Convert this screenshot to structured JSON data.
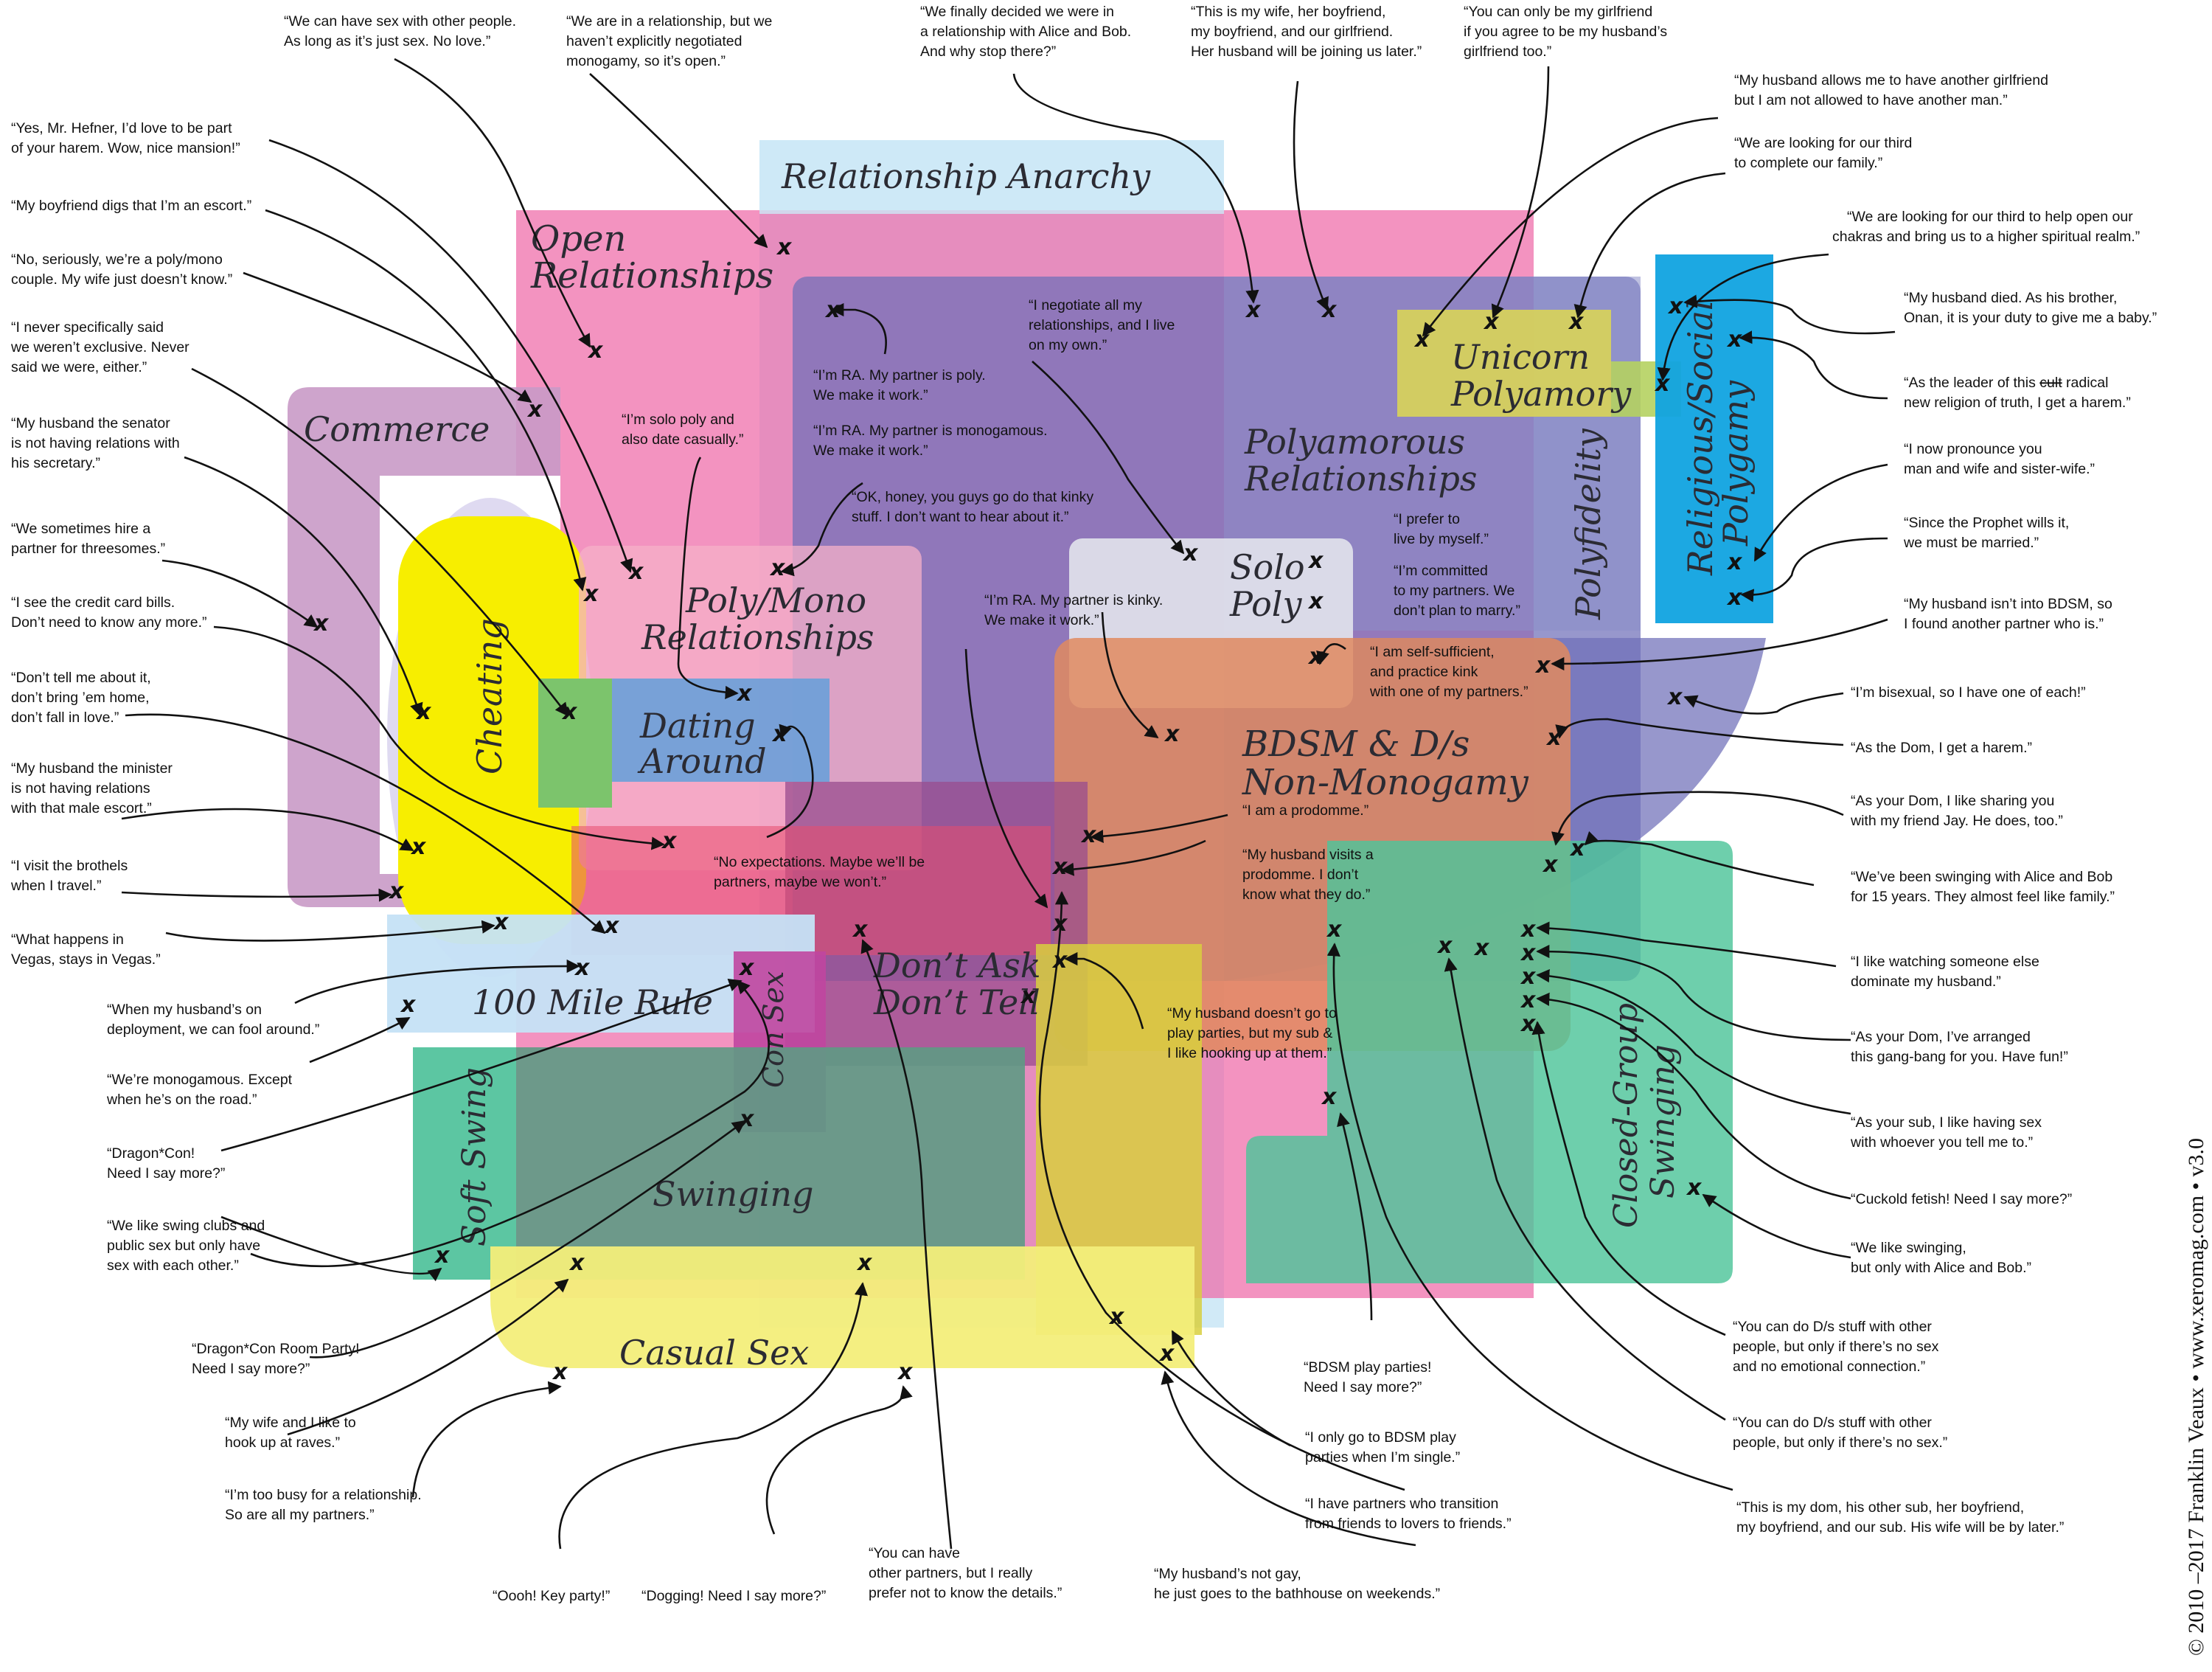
{
  "regions": [
    {
      "id": "relationship-anarchy",
      "label": "Relationship Anarchy",
      "color": "#cde8f6"
    },
    {
      "id": "open-relationships",
      "label": "Open Relationships",
      "color": "#ee6aa7"
    },
    {
      "id": "commerce",
      "label": "Commerce",
      "color": "#c99ac6"
    },
    {
      "id": "cheating",
      "label": "Cheating",
      "color": "#f7ee00"
    },
    {
      "id": "poly-mono",
      "label": "Poly/Mono Relationships",
      "color": "#f6b0c8"
    },
    {
      "id": "dating-around",
      "label": "Dating Around",
      "color": "#6aa0d8"
    },
    {
      "id": "polyamorous",
      "label": "Polyamorous Relationships",
      "color": "#6f6fb8"
    },
    {
      "id": "solo-poly",
      "label": "Solo Poly",
      "color": "#dadbe6"
    },
    {
      "id": "unicorn",
      "label": "Unicorn Polyamory",
      "color": "#d8d35a"
    },
    {
      "id": "polyfidelity",
      "label": "Polyfidelity",
      "color": "#8f94c9"
    },
    {
      "id": "religious",
      "label": "Religious/Social Polygamy",
      "color": "#10a3e0"
    },
    {
      "id": "bdsm",
      "label": "BDSM & D/s Non-Monogamy",
      "color": "#e0895f"
    },
    {
      "id": "dont-ask",
      "label": "Don't Ask Don't Tell",
      "color": "#9a4c8e"
    },
    {
      "id": "con-sex",
      "label": "Con Sex",
      "color": "#c046a0"
    },
    {
      "id": "hundred-mile",
      "label": "100 Mile Rule",
      "color": "#c5e2f5"
    },
    {
      "id": "soft-swing",
      "label": "Soft Swing",
      "color": "#5cc6a2"
    },
    {
      "id": "swinging",
      "label": "Swinging",
      "color": "#5e9a84"
    },
    {
      "id": "closed-group",
      "label": "Closed-Group Swinging",
      "color": "#4ec49a"
    },
    {
      "id": "casual-sex",
      "label": "Casual Sex",
      "color": "#f3ee7a"
    }
  ],
  "quotes": [
    {
      "id": "q-hefner",
      "lines": [
        "“Yes, Mr. Hefner, I’d love to be part",
        "of your harem. Wow, nice mansion!”"
      ]
    },
    {
      "id": "q-escort",
      "lines": [
        "“My boyfriend digs that I’m an escort.”"
      ]
    },
    {
      "id": "q-polymono",
      "lines": [
        "“No, seriously, we’re a poly/mono",
        "couple. My wife just doesn’t know.”"
      ]
    },
    {
      "id": "q-exclusive",
      "lines": [
        "“I never specifically said",
        "we weren’t exclusive. Never",
        "said we were, either.”"
      ]
    },
    {
      "id": "q-senator",
      "lines": [
        "“My husband the senator",
        "is not having relations with",
        "his secretary.”"
      ]
    },
    {
      "id": "q-threesomes",
      "lines": [
        "“We sometimes hire a",
        "partner for threesomes.”"
      ]
    },
    {
      "id": "q-creditcard",
      "lines": [
        "“I see the credit card bills.",
        "Don’t need to know any more.”"
      ]
    },
    {
      "id": "q-donttell",
      "lines": [
        "“Don’t tell me about it,",
        "don’t bring ’em home,",
        "don’t fall in love.”"
      ]
    },
    {
      "id": "q-minister",
      "lines": [
        "“My husband the minister",
        "is not having relations",
        "with that male escort.”"
      ]
    },
    {
      "id": "q-brothels",
      "lines": [
        "“I visit the brothels",
        "when I travel.”"
      ]
    },
    {
      "id": "q-vegas",
      "lines": [
        "“What happens in",
        "Vegas, stays in Vegas.”"
      ]
    },
    {
      "id": "q-deployment",
      "lines": [
        "“When my husband’s on",
        "deployment, we can fool around.”"
      ]
    },
    {
      "id": "q-road",
      "lines": [
        "“We’re monogamous. Except",
        "when he’s on the road.”"
      ]
    },
    {
      "id": "q-dragoncon",
      "lines": [
        "“Dragon*Con!",
        "Need I say more?”"
      ]
    },
    {
      "id": "q-swingclubs",
      "lines": [
        "“We like swing clubs and",
        "public sex but only have",
        "sex with each other.”"
      ]
    },
    {
      "id": "q-dragonroom",
      "lines": [
        "“Dragon*Con Room Party!",
        "Need I say more?”"
      ]
    },
    {
      "id": "q-raves",
      "lines": [
        "“My wife and I like to",
        "hook up at raves.”"
      ]
    },
    {
      "id": "q-toobusy",
      "lines": [
        "“I’m too busy for a relationship.",
        "So are all my partners.”"
      ]
    },
    {
      "id": "q-keyparty",
      "lines": [
        "“Oooh! Key party!”"
      ]
    },
    {
      "id": "q-dogging",
      "lines": [
        "“Dogging! Need I say more?”"
      ]
    },
    {
      "id": "q-prefernot",
      "lines": [
        "“You can have",
        "other partners, but I really",
        "prefer not to know the details.”"
      ]
    },
    {
      "id": "q-bathhouse",
      "lines": [
        "“My husband’s not gay,",
        "he just goes to the bathhouse on weekends.”"
      ]
    },
    {
      "id": "q-justsex",
      "lines": [
        "“We can have sex with other people.",
        "As long as it’s just sex. No love.”"
      ]
    },
    {
      "id": "q-notnegotiated",
      "lines": [
        "“We are in a relationship, but we",
        "haven’t explicitly negotiated",
        "monogamy, so it’s open.”"
      ]
    },
    {
      "id": "q-alicebob",
      "lines": [
        "“We finally decided we were in",
        "a relationship with Alice and Bob.",
        "And why stop there?”"
      ]
    },
    {
      "id": "q-mywife",
      "lines": [
        "“This is my wife, her boyfriend,",
        "my boyfriend, and our girlfriend.",
        "Her husband will be joining us later.”"
      ]
    },
    {
      "id": "q-girlfriend",
      "lines": [
        "“You can only be my girlfriend",
        "if you agree to be my husband’s",
        "girlfriend too.”"
      ]
    },
    {
      "id": "q-allowsgf",
      "lines": [
        "“My husband allows me to have another girlfriend",
        "but I am not allowed to have another man.”"
      ]
    },
    {
      "id": "q-third",
      "lines": [
        "“We are looking for our third",
        "to complete our family.”"
      ]
    },
    {
      "id": "q-chakras",
      "lines": [
        "“We are looking for our third to help open our",
        "chakras and bring us to a higher spiritual realm.”"
      ]
    },
    {
      "id": "q-onan",
      "lines": [
        "“My husband died. As his brother,",
        "Onan, it is your duty to give me a baby.”"
      ]
    },
    {
      "id": "q-cult",
      "lines": [
        "“As the leader of this ",
        "new religion of truth, I get a harem.”"
      ],
      "struck": "cult",
      "after_struck": " radical"
    },
    {
      "id": "q-pronounce",
      "lines": [
        "“I now pronounce you",
        "man and wife and sister-wife.”"
      ]
    },
    {
      "id": "q-prophet",
      "lines": [
        "“Since the Prophet wills it,",
        "we must be married.”"
      ]
    },
    {
      "id": "q-notbdsm",
      "lines": [
        "“My husband isn’t into BDSM, so",
        "I found another partner who is.”"
      ]
    },
    {
      "id": "q-bisexual",
      "lines": [
        "“I’m bisexual, so I have one of each!”"
      ]
    },
    {
      "id": "q-domharem",
      "lines": [
        "“As the Dom, I get a harem.”"
      ]
    },
    {
      "id": "q-friendjay",
      "lines": [
        "“As your Dom, I like sharing you",
        "with my friend Jay. He does, too.”"
      ]
    },
    {
      "id": "q-15years",
      "lines": [
        "“We’ve been swinging with Alice and Bob",
        "for 15 years. They almost feel like family.”"
      ]
    },
    {
      "id": "q-dominate",
      "lines": [
        "“I like watching someone else",
        "dominate my husband.”"
      ]
    },
    {
      "id": "q-gangbang",
      "lines": [
        "“As your Dom, I’ve arranged",
        "this gang-bang for you. Have fun!”"
      ]
    },
    {
      "id": "q-whoever",
      "lines": [
        "“As your sub, I like having sex",
        "with whoever you tell me to.”"
      ]
    },
    {
      "id": "q-cuckold",
      "lines": [
        "“Cuckold fetish! Need I say more?”"
      ]
    },
    {
      "id": "q-onlyalice",
      "lines": [
        "“We like swinging,",
        "but only with Alice and Bob.”"
      ]
    },
    {
      "id": "q-nosexconn",
      "lines": [
        "“You can do D/s stuff with other",
        "people, but only if there’s no sex",
        "and no emotional connection.”"
      ]
    },
    {
      "id": "q-nosex",
      "lines": [
        "“You can do D/s stuff with other",
        "people, but only if there’s no sex.”"
      ]
    },
    {
      "id": "q-mydom",
      "lines": [
        "“This is my dom, his other sub, her boyfriend,",
        "my boyfriend, and our sub. His wife will be by later.”"
      ]
    },
    {
      "id": "q-transition",
      "lines": [
        "“I have partners who transition",
        "from friends to lovers to friends.”"
      ]
    },
    {
      "id": "q-single",
      "lines": [
        "“I only go to BDSM play",
        "parties when I’m single.”"
      ]
    },
    {
      "id": "q-bdsmparties",
      "lines": [
        "“BDSM play parties!",
        "Need I say more?”"
      ]
    },
    {
      "id": "q-solopoly",
      "lines": [
        "“I’m solo poly and",
        "also date casually.”"
      ]
    },
    {
      "id": "q-raPoly",
      "lines": [
        "“I’m RA. My partner is poly.",
        "We make it work.”"
      ]
    },
    {
      "id": "q-raMono",
      "lines": [
        "“I’m RA. My partner is monogamous.",
        "We make it work.”"
      ]
    },
    {
      "id": "q-kinky",
      "lines": [
        "“OK, honey, you guys go do that kinky",
        "stuff. I don’t want to hear about it.”"
      ]
    },
    {
      "id": "q-negotiate",
      "lines": [
        "“I negotiate all my",
        "relationships, and I live",
        "on my own.”"
      ]
    },
    {
      "id": "q-raKinky",
      "lines": [
        "“I’m RA. My partner is kinky.",
        "We make it work.”"
      ]
    },
    {
      "id": "q-liveby",
      "lines": [
        "“I prefer to",
        "live by myself.”"
      ]
    },
    {
      "id": "q-marry",
      "lines": [
        "“I’m committed",
        "to my partners. We",
        "don’t plan to marry.”"
      ]
    },
    {
      "id": "q-selfsufficient",
      "lines": [
        "“I am self-sufficient,",
        "and practice kink",
        "with one of my partners.”"
      ]
    },
    {
      "id": "q-prodomme",
      "lines": [
        "“I am a prodomme.”"
      ]
    },
    {
      "id": "q-visits",
      "lines": [
        "“My husband visits a",
        "prodomme. I don’t",
        "know what they do.”"
      ]
    },
    {
      "id": "q-noexpect",
      "lines": [
        "“No expectations. Maybe we’ll be",
        "partners, maybe we won’t.”"
      ]
    },
    {
      "id": "q-mysub",
      "lines": [
        "“My husband doesn’t go to",
        "play parties, but my sub &",
        "I like hooking up at them.”"
      ]
    }
  ],
  "copyright": "© 2010 –2017 Franklin Veaux • www.xeromag.com • v3.0"
}
